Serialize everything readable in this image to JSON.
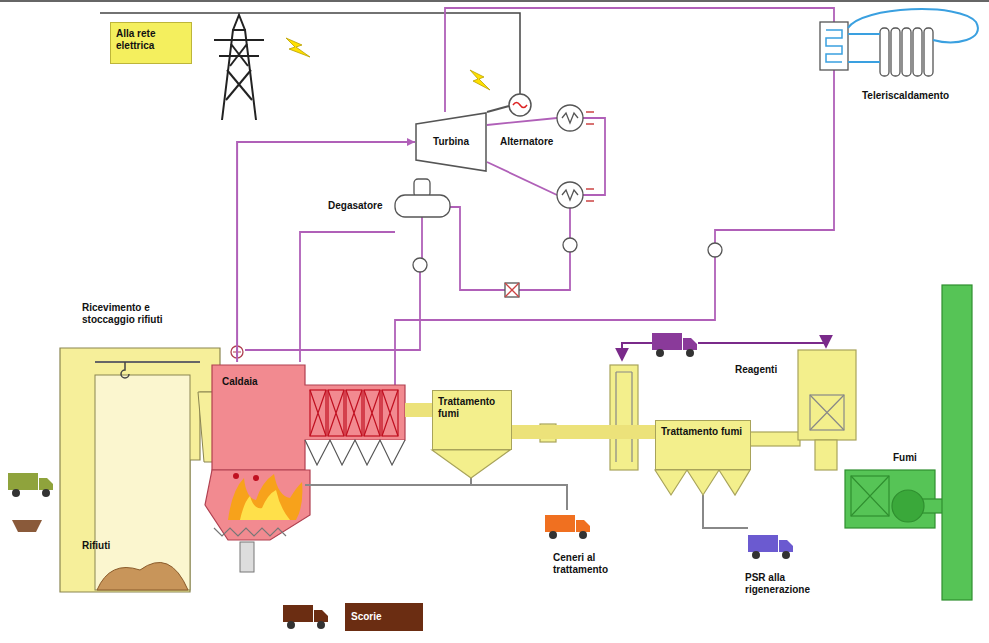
{
  "diagram": {
    "nodes": [
      {
        "text": [
          "Alla rete elettrica"
        ]
      },
      {
        "text": [
          "Turbina"
        ]
      },
      {
        "text": [
          "Ricevimento e stoccaggio rifiuti",
          "Rifiuti"
        ]
      },
      {
        "text": [
          "Caldaia"
        ]
      },
      {
        "text": [
          "Trattamento fumi"
        ]
      },
      {
        "text": [
          "Trattamento fumi"
        ]
      },
      {
        "text": [
          "Scorie"
        ]
      }
    ],
    "edges": [
      {
        "from": 3,
        "to": 1,
        "arrow": "to"
      },
      {
        "from": 3,
        "to": 4,
        "arrow": "none"
      },
      {
        "from": 4,
        "to": 5,
        "arrow": "none"
      }
    ],
    "labels": [
      "Alternatore",
      "Degasatore",
      "Teleriscaldamento",
      "Reagenti",
      "Ceneri al trattamento",
      "PSR alla rigenerazione",
      "Fumi"
    ]
  }
}
